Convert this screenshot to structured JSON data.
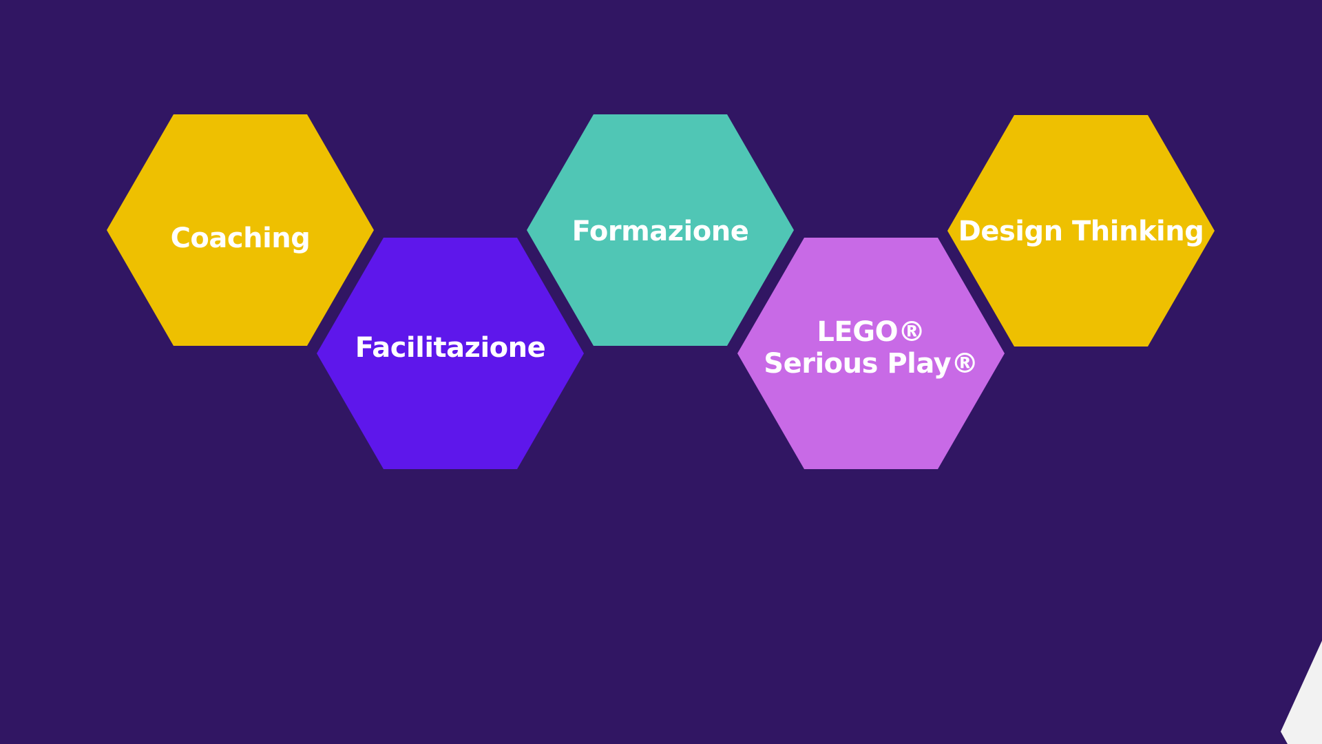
{
  "colors": {
    "background": "#311663",
    "yellow": "#EEC001",
    "violet": "#5E17EB",
    "teal": "#50C6B5",
    "lilac": "#C86AE6",
    "corner": "#F2F2F2"
  },
  "hexagons": [
    {
      "id": "coaching",
      "lines": [
        "Coaching"
      ],
      "color": "#EEC001"
    },
    {
      "id": "facilitazione",
      "lines": [
        "Facilitazione"
      ],
      "color": "#5E17EB"
    },
    {
      "id": "formazione",
      "lines": [
        "Formazione"
      ],
      "color": "#50C6B5"
    },
    {
      "id": "lego",
      "lines": [
        "LEGO®",
        "Serious Play®"
      ],
      "color": "#C86AE6"
    },
    {
      "id": "design",
      "lines": [
        "Design Thinking"
      ],
      "color": "#EEC001"
    }
  ]
}
